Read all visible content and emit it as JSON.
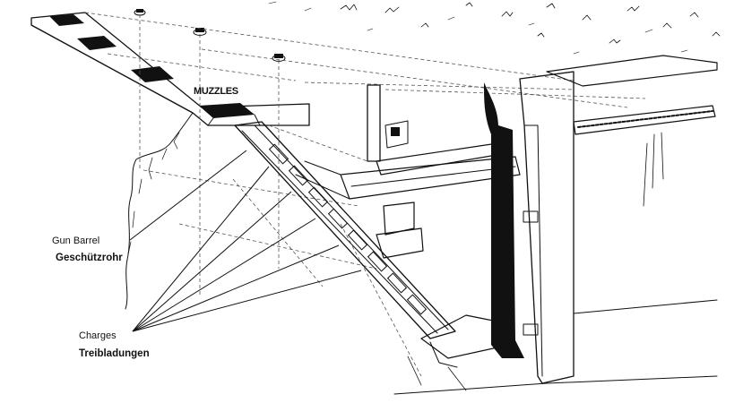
{
  "diagram": {
    "labels": {
      "muzzles": "MUZZLES",
      "gun_barrel_en": "Gun Barrel",
      "gun_barrel_de": "Geschützrohr",
      "charges_en": "Charges",
      "charges_de": "Treibladungen"
    },
    "colors": {
      "ink": "#111111",
      "background": "#ffffff"
    }
  }
}
